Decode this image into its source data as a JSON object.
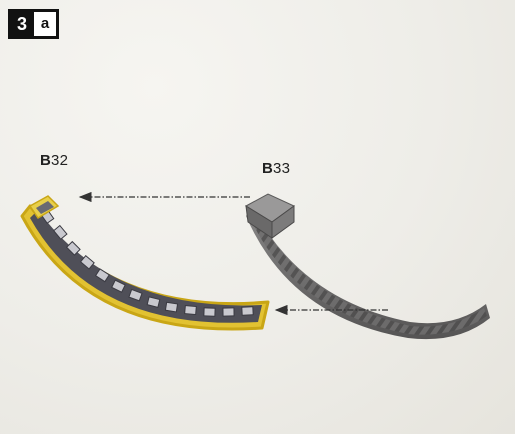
{
  "step": {
    "number": "3",
    "sub": "a"
  },
  "parts": [
    {
      "prefix": "B",
      "id": "32",
      "state": "assembled-highlighted"
    },
    {
      "prefix": "B",
      "id": "33",
      "state": "new-part"
    }
  ],
  "colors": {
    "highlight": "#e2c232",
    "segment_dark": "#575761",
    "segment_light": "#c9c9cf",
    "new_part": "#6e6d6d",
    "arrow": "#333333"
  }
}
